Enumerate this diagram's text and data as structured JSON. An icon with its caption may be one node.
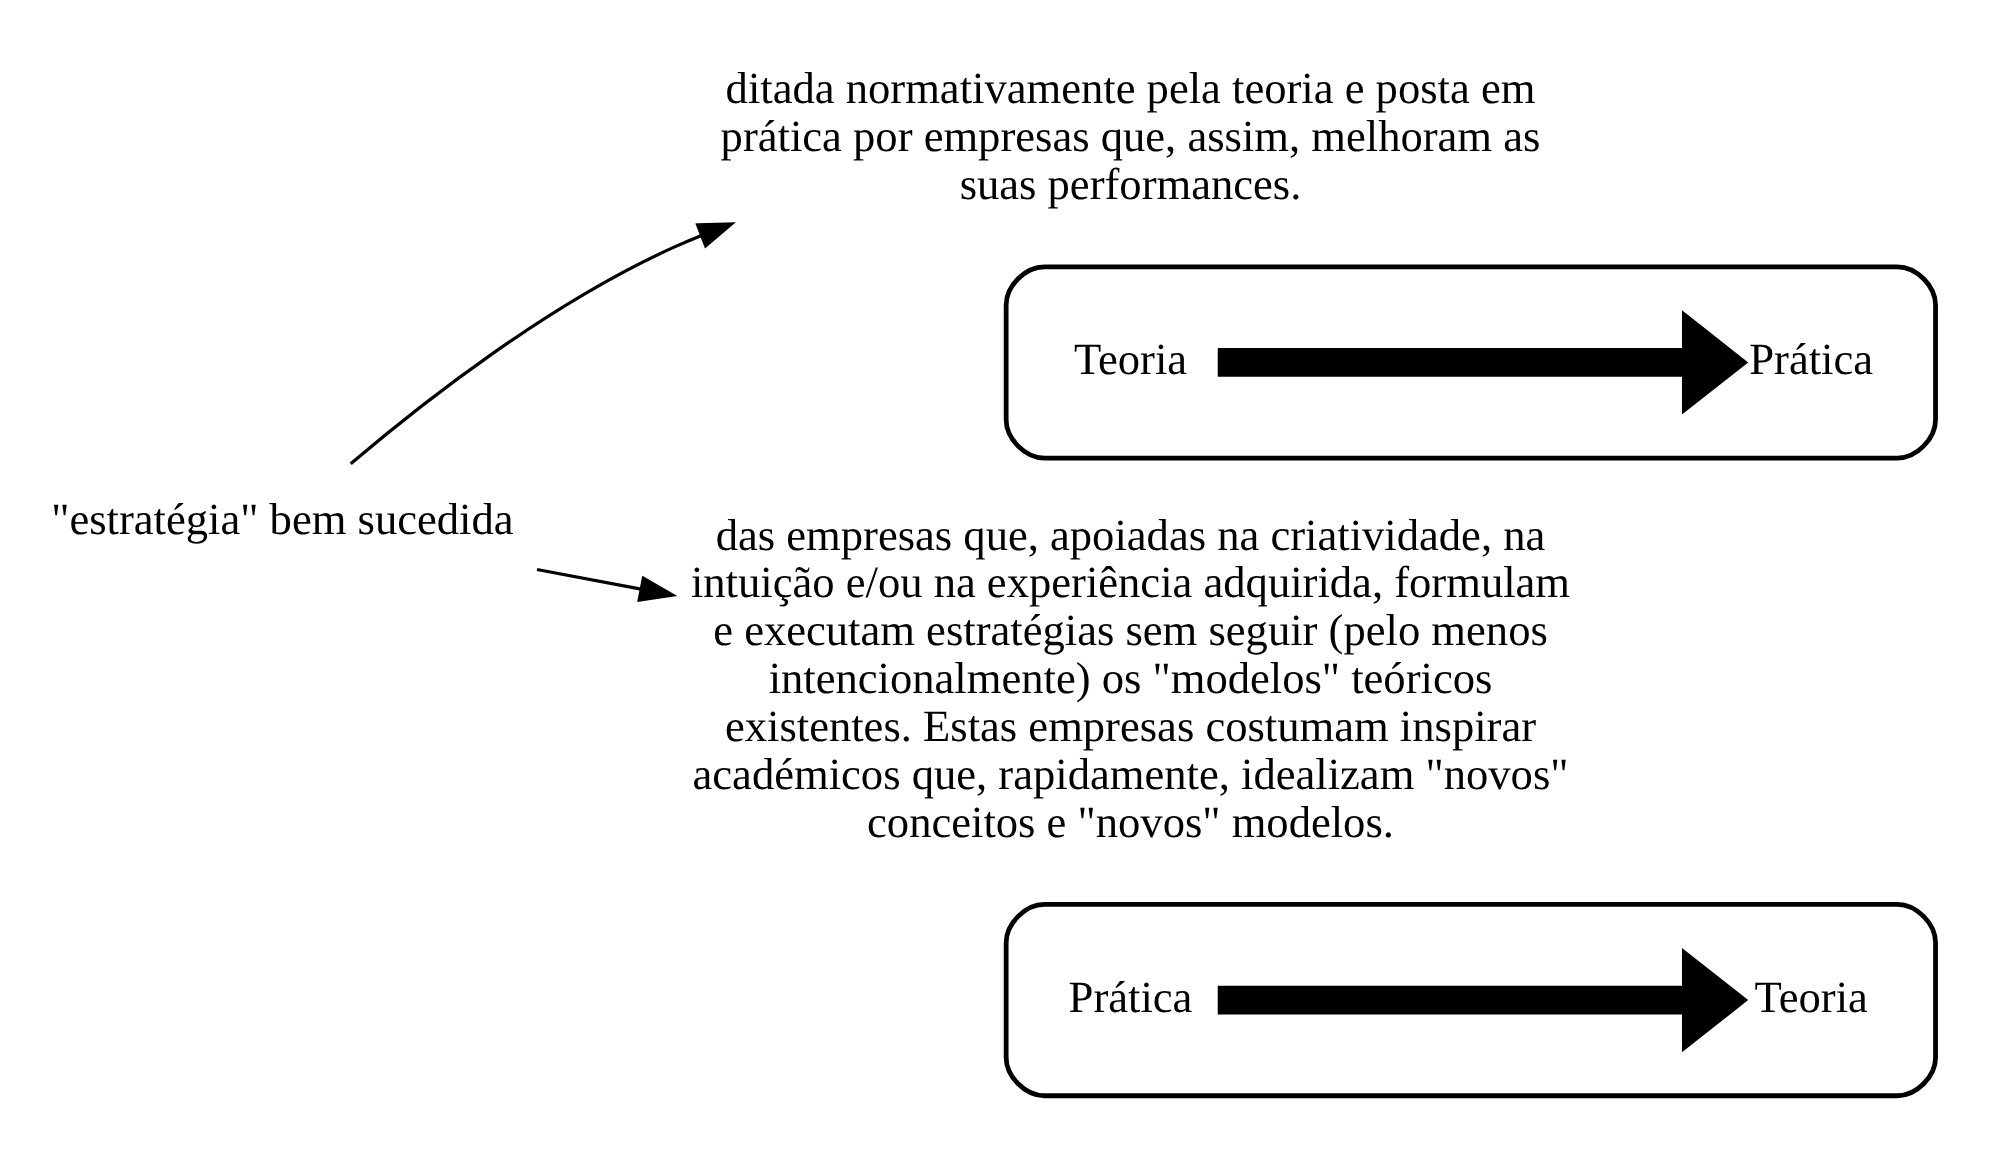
{
  "diagram": {
    "nodes": [
      {
        "text": [
          "\"estratégia\" bem sucedida"
        ]
      },
      {
        "text": [
          "ditada normativamente pela teoria e posta em prática por empresas que, assim, melhoram as suas performances."
        ]
      },
      {
        "text": [],
        "shape": "box"
      },
      {
        "text": [
          "Teoria"
        ],
        "in": 2
      },
      {
        "text": [
          "Prática"
        ],
        "in": 2
      },
      {
        "text": [
          "das empresas que, apoiadas na criatividade, na intuição e/ou na experiência adquirida, formulam e executam estratégias sem seguir (pelo menos intencionalmente) os \"modelos\" teóricos existentes. Estas empresas costumam inspirar académicos que, rapidamente, idealizam \"novos\" conceitos e \"novos\" modelos."
        ]
      },
      {
        "text": [],
        "shape": "box"
      },
      {
        "text": [
          "Prática"
        ],
        "in": 6
      },
      {
        "text": [
          "Teoria"
        ],
        "in": 6
      }
    ],
    "edges": [
      {
        "from": 0,
        "to": 1,
        "arrow": "to"
      },
      {
        "from": 0,
        "to": 5,
        "arrow": "to"
      },
      {
        "from": 3,
        "to": 4,
        "arrow": "to",
        "style": "thick"
      },
      {
        "from": 7,
        "to": 8,
        "arrow": "to",
        "style": "thick"
      }
    ]
  }
}
